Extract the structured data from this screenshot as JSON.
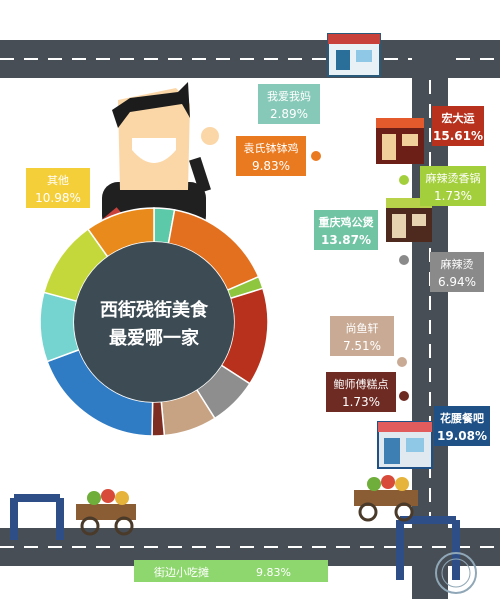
{
  "chart_data": {
    "type": "pie",
    "title": "西街残街美食最爱哪一家",
    "title_lines": [
      "西街残街美食",
      "最爱哪一家"
    ],
    "categories": [
      "我爱我妈",
      "宏大运",
      "麻辣烫香锅",
      "重庆鸡公煲",
      "麻辣烫",
      "尚鱼轩",
      "鲍师傅糕点",
      "花腰餐吧",
      "街边小吃摊",
      "其他",
      "袁氏钵钵鸡"
    ],
    "values": [
      2.89,
      15.61,
      1.73,
      13.87,
      6.94,
      7.51,
      1.73,
      19.08,
      9.83,
      10.98,
      9.83
    ],
    "labels": [
      {
        "name": "我爱我妈",
        "value": "2.89%"
      },
      {
        "name": "宏大运",
        "value": "15.61%"
      },
      {
        "name": "麻辣烫香锅",
        "value": "1.73%"
      },
      {
        "name": "重庆鸡公煲",
        "value": "13.87%"
      },
      {
        "name": "麻辣烫",
        "value": "6.94%"
      },
      {
        "name": "尚鱼轩",
        "value": "7.51%"
      },
      {
        "name": "鲍师傅糕点",
        "value": "1.73%"
      },
      {
        "name": "花腰餐吧",
        "value": "19.08%"
      },
      {
        "name": "街边小吃摊",
        "value": "9.83%"
      },
      {
        "name": "其他",
        "value": "10.98%"
      },
      {
        "name": "袁氏钵钵鸡",
        "value": "9.83%"
      }
    ],
    "colors": [
      "#5cc9a8",
      "#e2701e",
      "#8fc63f",
      "#b7311c",
      "#8e8e8e",
      "#c7a384",
      "#7e2d22",
      "#2f7bc4",
      "#75d4d0",
      "#c4d83c",
      "#e98a1c"
    ],
    "label_colors": [
      "#87c9b8",
      "#b7311c",
      "#a4cf3c",
      "#70c4a4",
      "#8a8a8a",
      "#c9ab95",
      "#6e2b23",
      "#1f5186",
      "#8ed76e",
      "#f5cf3a",
      "#ea7a1f"
    ],
    "legend": "none",
    "grid": false
  }
}
